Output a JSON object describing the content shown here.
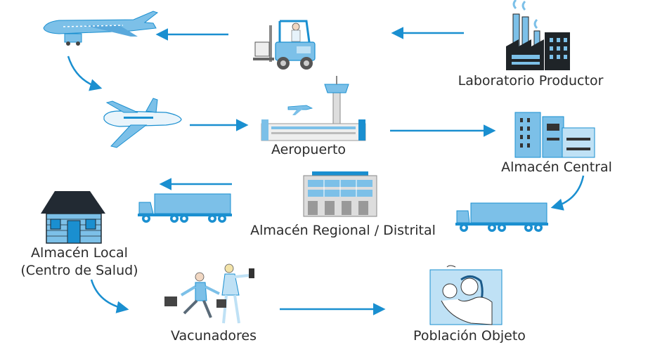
{
  "nodes": {
    "laboratorio": "Laboratorio Productor",
    "aeropuerto": "Aeropuerto",
    "almacen_central": "Almacén Central",
    "almacen_regional": "Almacén Regional / Distrital",
    "almacen_local_1": "Almacén Local",
    "almacen_local_2": "(Centro de Salud)",
    "vacunadores": "Vacunadores",
    "poblacion": "Población Objeto"
  },
  "colors": {
    "accent": "#1a8fd0",
    "light_blue": "#7cc0e8",
    "pale_blue": "#bfe1f5",
    "dark": "#2b2b2b",
    "roof": "#222a33"
  }
}
